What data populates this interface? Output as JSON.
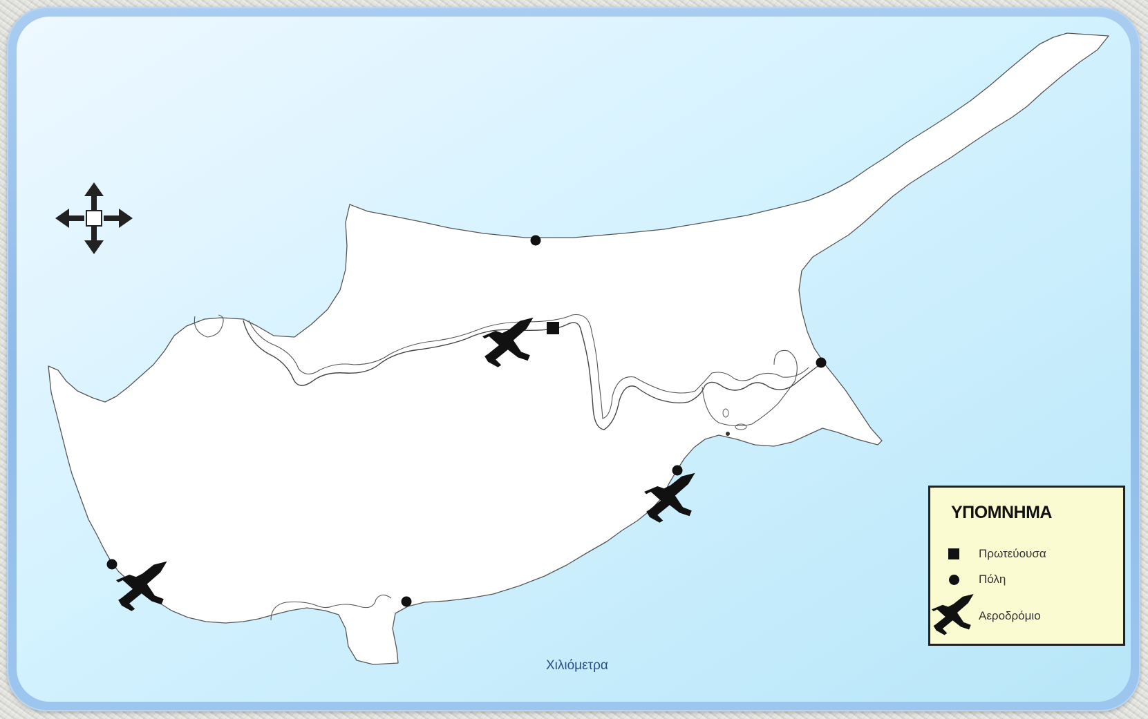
{
  "legend": {
    "title": "ΥΠΟΜΝΗΜΑ",
    "items": [
      {
        "symbol": "square-marker",
        "label": "Πρωτεύουσα"
      },
      {
        "symbol": "dot-marker",
        "label": "Πόλη"
      },
      {
        "symbol": "airplane-icon",
        "label": "Αεροδρόμιο"
      }
    ]
  },
  "scale": {
    "label": "Χιλιόμετρα"
  },
  "colors": {
    "sea": "#c9efff",
    "land": "#ffffff",
    "frame": "#9cc6ee",
    "legend_bg": "#fbfbd2",
    "marker": "#111111"
  },
  "icons": {
    "navigation": "move-arrows-icon",
    "airport": "airplane-icon"
  }
}
